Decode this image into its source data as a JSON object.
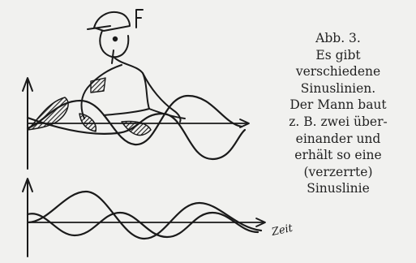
{
  "caption": {
    "lines": [
      "Abb. 3.",
      "Es gibt",
      "verschiedene",
      "Sinuslinien.",
      "Der Mann baut",
      "z. B. zwei über-",
      "einander und",
      "erhält so eine",
      "(verzerrte)",
      "Sinuslinie"
    ]
  },
  "figure": {
    "axis_label": "Zeit"
  },
  "colors": {
    "background": "#f1f1ef",
    "ink": "#1a1a1a"
  }
}
